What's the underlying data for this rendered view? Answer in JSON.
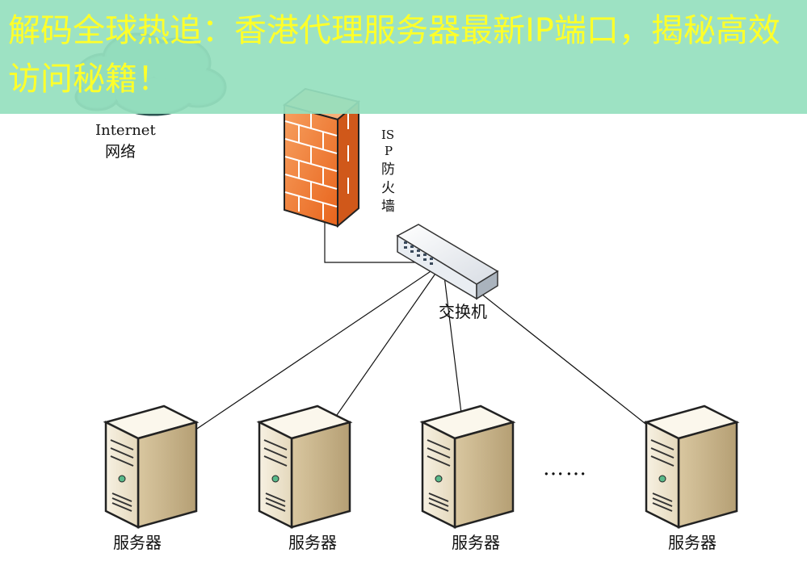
{
  "banner": {
    "title": "解码全球热追：香港代理服务器最新IP端口，揭秘高效访问秘籍！",
    "bg_color": "#96e0be",
    "text_color": "#ffff2a"
  },
  "nodes": {
    "internet": {
      "label_line1": "Internet",
      "label_line2": "网络",
      "icon": "cloud-icon"
    },
    "firewall": {
      "label_line1": "IS",
      "label_line2": "P",
      "label_line3": "防",
      "label_line4": "火",
      "label_line5": "墙",
      "icon": "brick-firewall-icon"
    },
    "switch": {
      "label": "交换机",
      "icon": "network-switch-icon"
    },
    "servers": [
      {
        "label": "服务器",
        "icon": "server-tower-icon"
      },
      {
        "label": "服务器",
        "icon": "server-tower-icon"
      },
      {
        "label": "服务器",
        "icon": "server-tower-icon"
      },
      {
        "label": "服务器",
        "icon": "server-tower-icon"
      }
    ],
    "ellipsis": "……"
  },
  "colors": {
    "brick": "#f0762a",
    "mortar": "#ffffff",
    "server_face": "#f2ead6",
    "server_side": "#c8b48c",
    "cloud": "#5f9e9a"
  }
}
